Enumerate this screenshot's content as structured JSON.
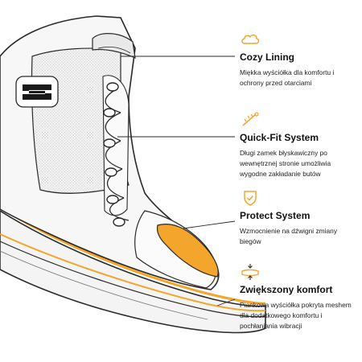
{
  "colors": {
    "accent": "#f4a52c",
    "outline": "#2a2a2a",
    "text": "#111111"
  },
  "features": [
    {
      "icon": "cloud-icon",
      "title": "Cozy Lining",
      "description": "Miękka wyściółka dla komfortu i ochrony przed otarciami"
    },
    {
      "icon": "zipper-icon",
      "title": "Quick-Fit System",
      "description": "Długi zamek błyskawiczny po wewnętrznej stronie umożliwia wygodne zakładanie butów"
    },
    {
      "icon": "shield-check-icon",
      "title": "Protect System",
      "description": "Wzmocnienie na dźwigni zmiany biegów"
    },
    {
      "icon": "cushion-compress-icon",
      "title": "Zwiększony komfort",
      "description": "Piankowa wyściółka pokryta meshem dla dodatkowego komfortu i pochłaniania wibracji"
    }
  ]
}
